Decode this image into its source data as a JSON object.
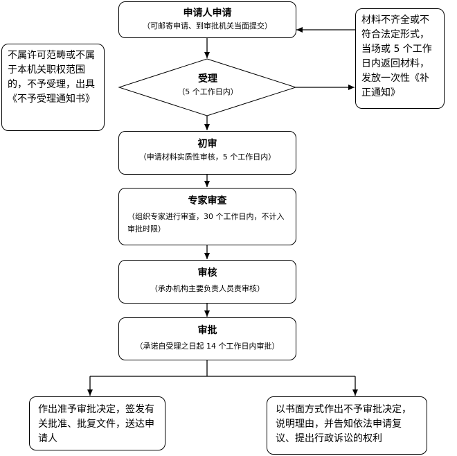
{
  "steps": {
    "apply": {
      "title": "申请人申请",
      "sub": "（可邮寄申请、到审批机关当面提交）"
    },
    "accept": {
      "title": "受理",
      "sub": "（5 个工作日内）"
    },
    "initial": {
      "title": "初审",
      "sub": "（申请材料实质性审核，5 个工作日内）"
    },
    "expert": {
      "title": "专家审查",
      "sub": "（组织专家进行审查，30 个工作日内，不计入审批时限）"
    },
    "review": {
      "title": "审核",
      "sub": "（承办机构主要负责人员责审核）"
    },
    "approve": {
      "title": "审批",
      "sub": "（承诺自受理之日起 14 个工作日内审批）"
    }
  },
  "notes": {
    "left": "不属许可范畴或不属于本机关职权范围的，不予受理，出具《不予受理通知书》",
    "right": "材料不齐全或不符合法定形式，当场或 5 个工作日内返回材料，发放一次性《补正通知》"
  },
  "outcomes": {
    "grant": "作出准予审批决定，签发有关批准、批复文件，送达申请人",
    "deny": "以书面方式作出不予审批决定，说明理由，并告知依法申请复议、提出行政诉讼的权利"
  }
}
